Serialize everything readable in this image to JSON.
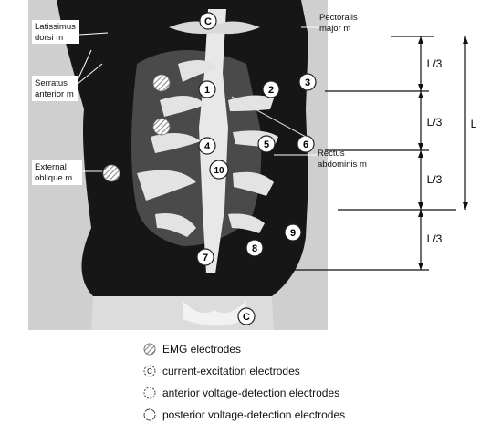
{
  "muscle_labels": {
    "latissimus": "Latissimus dorsi m",
    "pectoralis": "Pectoralis major m",
    "serratus": "Serratus anterior m",
    "external_oblique": "External oblique m",
    "rectus": "Rectus abdominis m"
  },
  "electrode_labels": {
    "c_top": "C",
    "c_bottom": "C",
    "e1": "1",
    "e2": "2",
    "e3": "3",
    "e4": "4",
    "e5": "5",
    "e6": "6",
    "e7": "7",
    "e8": "8",
    "e9": "9",
    "e10": "10"
  },
  "dimensions": {
    "segment_1": "L/3",
    "segment_2": "L/3",
    "segment_3": "L/3",
    "segment_4": "L/3",
    "total": "L"
  },
  "legend": {
    "emg": "EMG electrodes",
    "current": "current-excitation electrodes",
    "anterior": "anterior voltage-detection electrodes",
    "posterior": "posterior voltage-detection electrodes"
  },
  "colors": {
    "background": "#ffffff",
    "image_dark": "#161616",
    "tissue": "#e6e6e6",
    "hatch": "#9a9a9a"
  }
}
